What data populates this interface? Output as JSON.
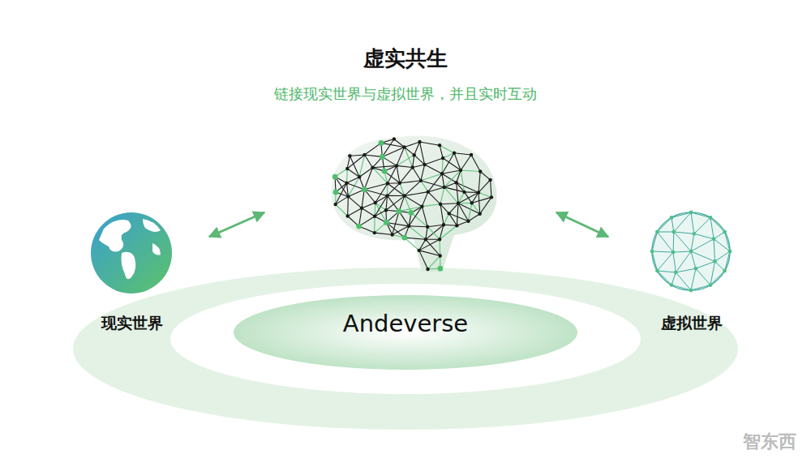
{
  "diagram": {
    "title": "虚实共生",
    "caption": "链接现实世界与虚拟世界，并且实时互动",
    "nodes": [
      {
        "text": [
          "Andeverse"
        ]
      },
      {
        "text": [
          "现实世界"
        ]
      },
      {
        "text": [
          "虚拟世界"
        ]
      }
    ],
    "edges": [
      {
        "from": 1,
        "to": 0,
        "arrow": "both"
      },
      {
        "from": 0,
        "to": 2,
        "arrow": "both"
      }
    ],
    "labels": [
      "智东西"
    ]
  }
}
